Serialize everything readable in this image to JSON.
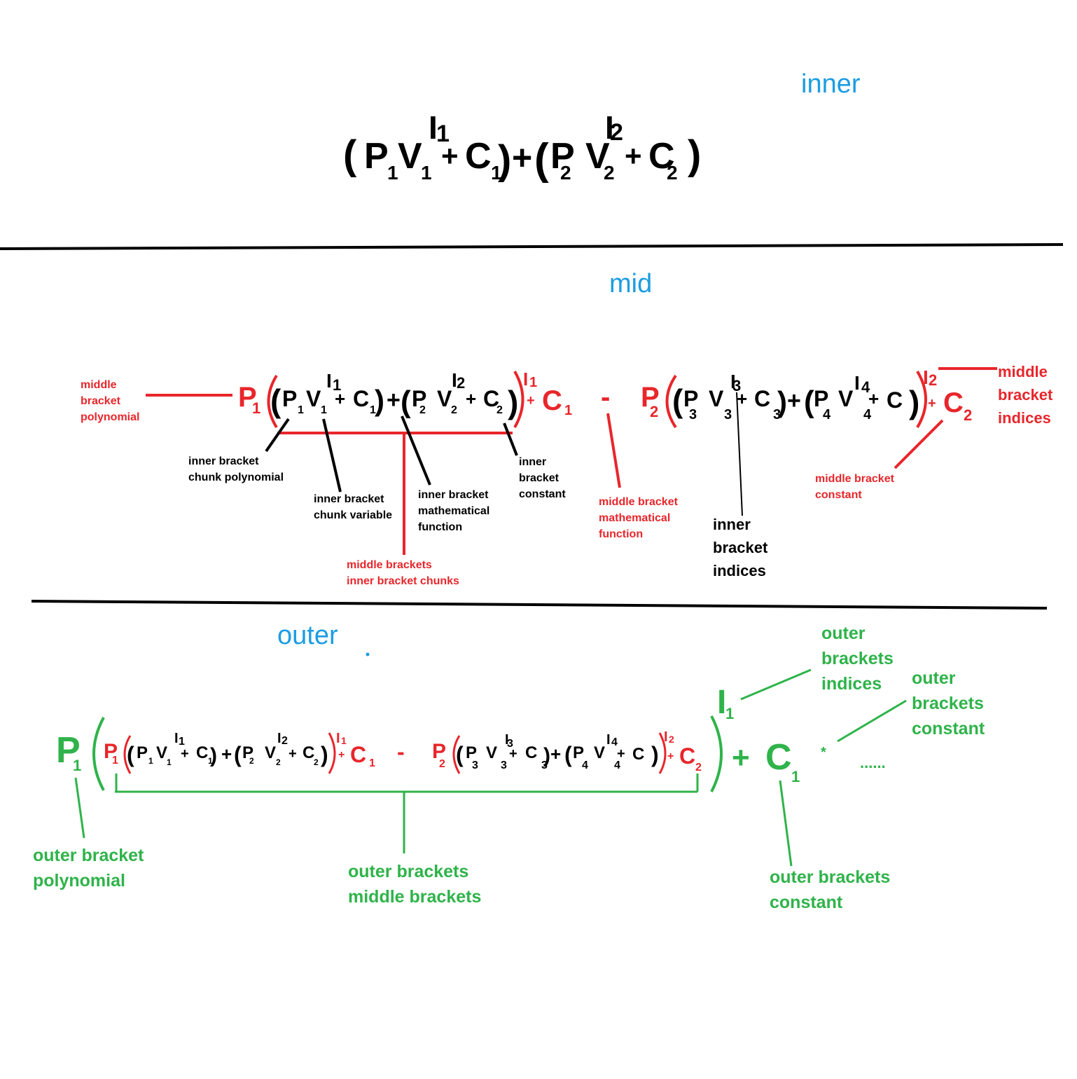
{
  "colors": {
    "black": "#000000",
    "red": "#e8262b",
    "green": "#2fb34a",
    "blue": "#1b9de2"
  },
  "sections": {
    "inner": "inner",
    "mid": "mid",
    "outer": "outer"
  },
  "symbols": {
    "P": "P",
    "V": "V",
    "C": "C",
    "I": "I",
    "one": "1",
    "two": "2",
    "three": "3",
    "four": "4",
    "plus": "+",
    "minus": "-",
    "open": "(",
    "close": ")",
    "star": "*",
    "ellipsis": "......"
  },
  "mid_labels": {
    "middle_bracket_polynomial": [
      "middle",
      "bracket",
      "polynomial"
    ],
    "inner_bracket_chunk_polynomial": [
      "inner bracket",
      "chunk polynomial"
    ],
    "inner_bracket_chunk_variable": [
      "inner bracket",
      "chunk variable"
    ],
    "inner_bracket_mathematical_function": [
      "inner bracket",
      "mathematical",
      "function"
    ],
    "inner_bracket_constant": [
      "inner",
      "bracket",
      "constant"
    ],
    "middle_brackets_inner_bracket_chunks": [
      "middle brackets",
      "inner bracket chunks"
    ],
    "middle_bracket_mathematical_function": [
      "middle bracket",
      "mathematical",
      "function"
    ],
    "inner_bracket_indices": [
      "inner",
      "bracket",
      "indices"
    ],
    "middle_bracket_constant": [
      "middle bracket",
      "constant"
    ],
    "middle_bracket_indices": [
      "middle",
      "bracket",
      "indices"
    ]
  },
  "outer_labels": {
    "outer_brackets_indices": [
      "outer",
      "brackets",
      "indices"
    ],
    "outer_brackets_constant_right": [
      "outer",
      "brackets",
      "constant"
    ],
    "outer_bracket_polynomial": [
      "outer bracket",
      "polynomial"
    ],
    "outer_brackets_middle_brackets": [
      "outer brackets",
      "middle brackets"
    ],
    "outer_brackets_constant_bottom": [
      "outer brackets",
      "constant"
    ]
  }
}
